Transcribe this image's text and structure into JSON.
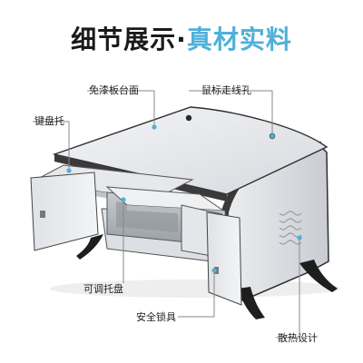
{
  "headline": {
    "black_part": "细节展示",
    "separator": "·",
    "blue_part": "真材实料"
  },
  "callouts": {
    "top_surface": "免漆板台面",
    "mouse_hole": "鼠标走线孔",
    "keyboard_tray": "键盘托",
    "adjustable_tray": "可调托盘",
    "safety_lock": "安全锁具",
    "heat_vents": "散热设计"
  },
  "colors": {
    "accent_blue": "#4fb0d8",
    "panel_grey": "#e9ebee",
    "frame_dark": "#333333"
  }
}
